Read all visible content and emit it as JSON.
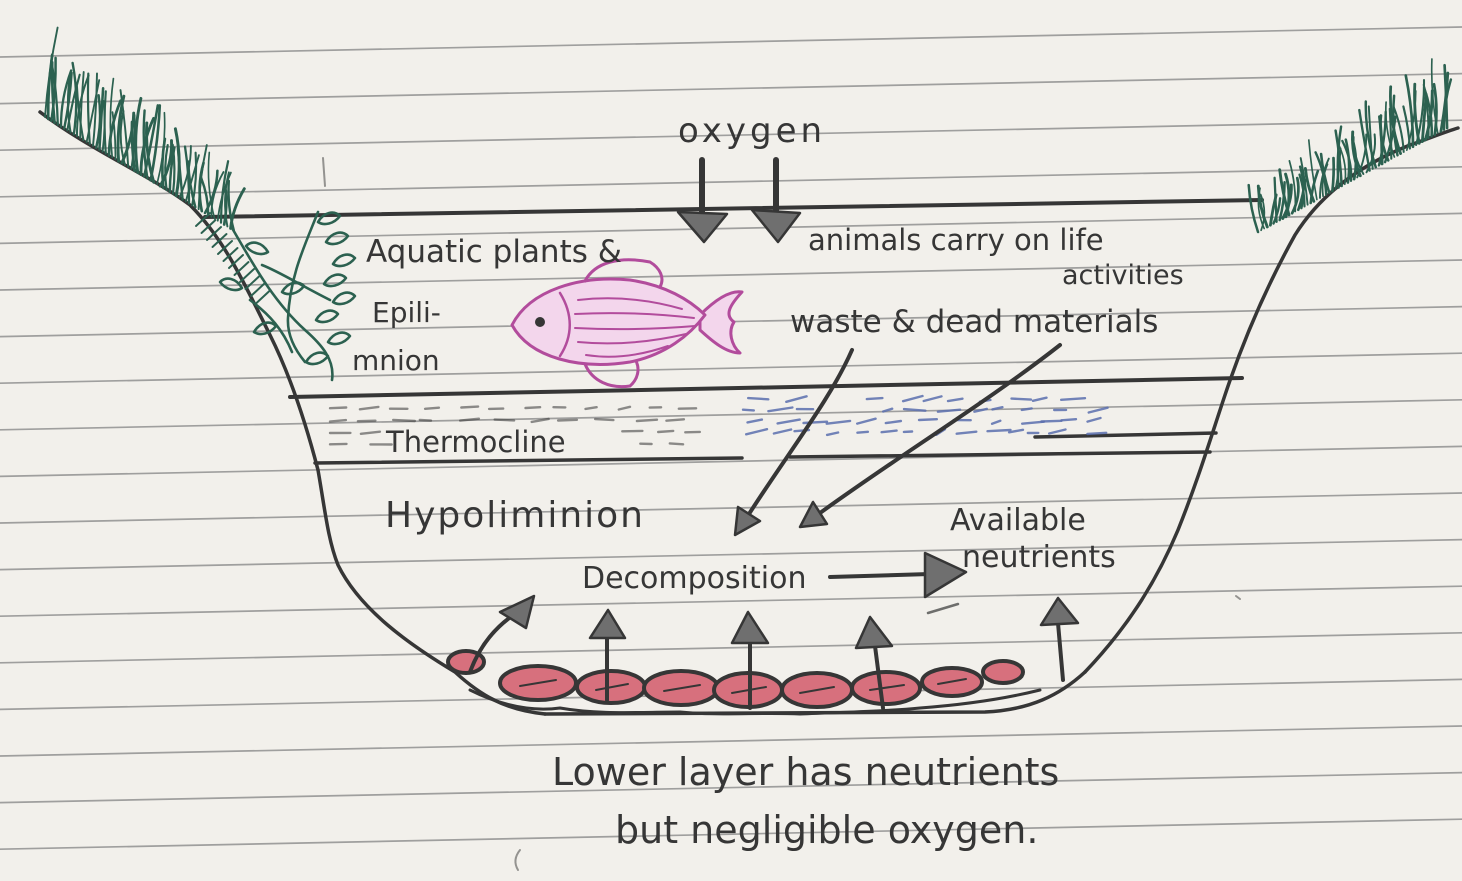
{
  "labels": {
    "oxygen": "oxygen",
    "aquatic_plants": "Aquatic plants &",
    "animals_activity": "animals carry on life",
    "activities": "activities",
    "waste": "waste & dead materials",
    "epilimnion_line1": "Epili-",
    "epilimnion_line2": "mnion",
    "thermocline": "Thermocline",
    "hypolimnion": "Hypoliminion",
    "decomposition": "Decomposition",
    "available_line1": "Available",
    "available_line2": "neutrients"
  },
  "caption": {
    "line1": "Lower layer has neutrients",
    "line2": "but negligible oxygen."
  },
  "icons": {
    "fish": "fish-icon",
    "plant": "aquatic-plant-icon",
    "grass": "grass-icon",
    "sediment": "sediment-stones-icon",
    "arrow": "arrow-icon"
  },
  "colors": {
    "paper": "#f2f0eb",
    "ruled_line": "#8b8b8b",
    "ink": "#363636",
    "grass": "#2c6150",
    "fish": "#b24c9c",
    "fish_fill": "#f3d6ec",
    "sediment": "#d7707d",
    "thermocline_marks": "#5b6fae",
    "arrow_fill": "#6f6f6f"
  }
}
